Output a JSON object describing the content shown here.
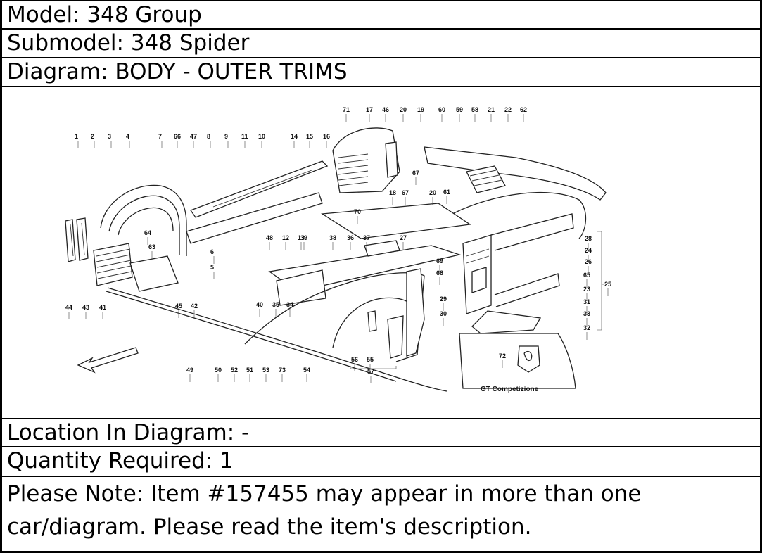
{
  "header": {
    "model": "Model: 348 Group",
    "submodel": "Submodel: 348 Spider",
    "diagram": "Diagram: BODY - OUTER TRIMS"
  },
  "footer": {
    "location": "Location In Diagram: -",
    "quantity": "Quantity Required: 1",
    "note": "Please Note: Item #157455 may appear in more than one car/diagram. Please read the item's description."
  },
  "diagram": {
    "callouts": [
      "1",
      "2",
      "3",
      "4",
      "7",
      "66",
      "47",
      "8",
      "9",
      "11",
      "10",
      "14",
      "15",
      "16",
      "71",
      "17",
      "46",
      "20",
      "19",
      "60",
      "59",
      "58",
      "21",
      "22",
      "62",
      "18",
      "67",
      "67",
      "20",
      "61",
      "70",
      "48",
      "12",
      "13",
      "38",
      "36",
      "37",
      "27",
      "39",
      "64",
      "63",
      "6",
      "5",
      "44",
      "43",
      "41",
      "45",
      "42",
      "40",
      "35",
      "34",
      "69",
      "68",
      "28",
      "24",
      "26",
      "65",
      "23",
      "25",
      "29",
      "31",
      "30",
      "33",
      "32",
      "49",
      "50",
      "52",
      "51",
      "53",
      "73",
      "54",
      "56",
      "55",
      "57",
      "72"
    ],
    "inset_label": "GT Competizione"
  }
}
